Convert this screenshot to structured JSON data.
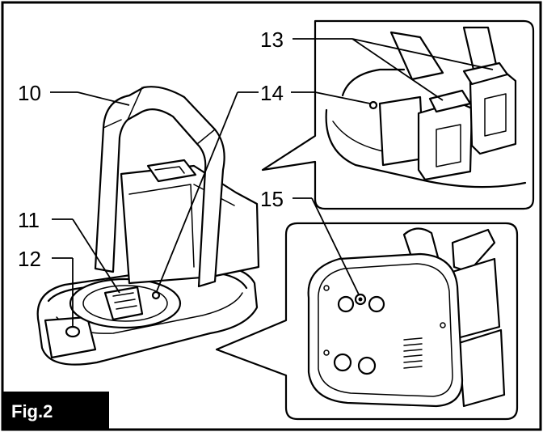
{
  "figure": {
    "label": "Fig.2",
    "callouts": {
      "c10": "10",
      "c11": "11",
      "c12": "12",
      "c13": "13",
      "c14": "14",
      "c15": "15"
    }
  }
}
